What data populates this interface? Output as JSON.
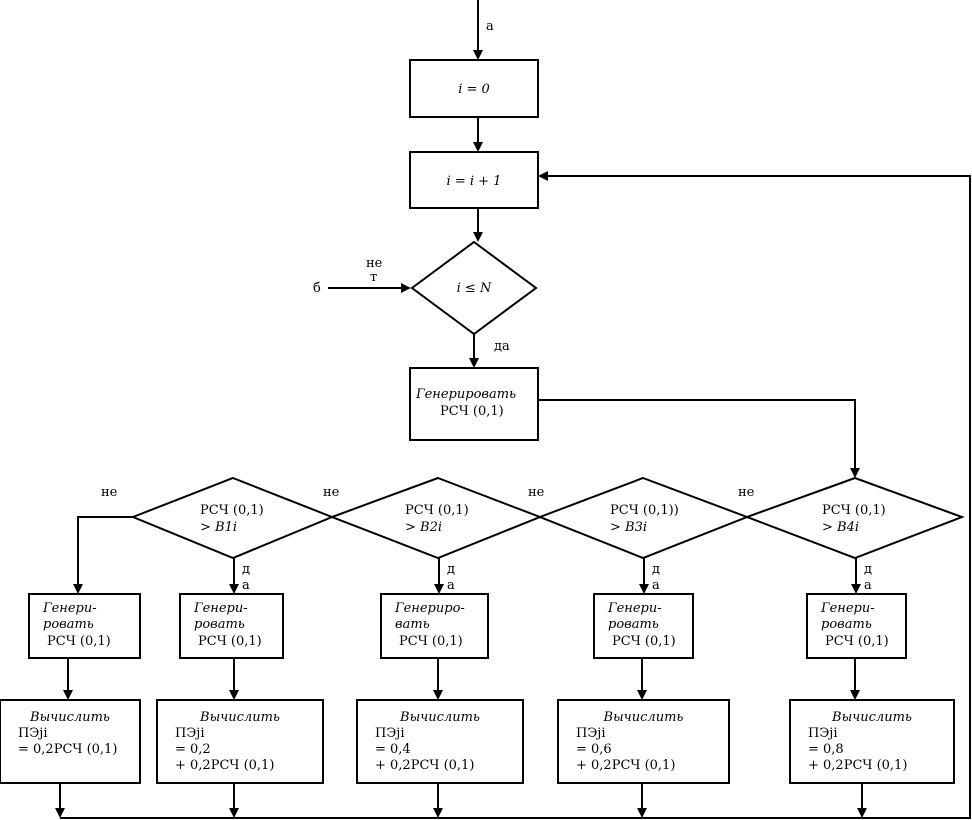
{
  "entry_label": "а",
  "init_box": "i = 0",
  "increment_box": "i = i + 1",
  "loop_condition": "i ≤ N",
  "loop_entry_label": "б",
  "loop_no_label": [
    "не",
    "т"
  ],
  "loop_yes_label": "да",
  "generate_main": [
    "Генерировать",
    "РСЧ (0,1)"
  ],
  "branches": [
    {
      "cond": [
        "РСЧ (0,1)",
        "> B1i"
      ],
      "no": "не",
      "yes": [
        "д",
        "а"
      ],
      "gen": [
        "Генери-",
        "ровать",
        "РСЧ (0,1)"
      ],
      "calc": [
        "Вычислить",
        "ПЭji",
        "= 0,2РСЧ (0,1)"
      ]
    },
    {
      "cond": [
        "РСЧ (0,1)",
        "> B2i"
      ],
      "no": "не",
      "yes": [
        "д",
        "а"
      ],
      "gen": [
        "Генериро-",
        "вать",
        "РСЧ (0,1)"
      ],
      "calc": [
        "Вычислить",
        "ПЭji",
        "= 0,2",
        "+ 0,2РСЧ (0,1)"
      ]
    },
    {
      "cond": [
        "РСЧ (0,1))",
        "> B3i"
      ],
      "no": "не",
      "yes": [
        "д",
        "а"
      ],
      "gen": [
        "Генери-",
        "ровать",
        "РСЧ (0,1)"
      ],
      "calc": [
        "Вычислить",
        "ПЭji",
        "= 0,4",
        "+ 0,2РСЧ (0,1)"
      ]
    },
    {
      "cond": [
        "РСЧ (0,1)",
        "> B4i"
      ],
      "no": "не",
      "yes": [
        "д",
        "а"
      ],
      "gen": [
        "Генери-",
        "ровать",
        "РСЧ (0,1)"
      ],
      "calc": [
        "Вычислить",
        "ПЭji",
        "= 0,6",
        "+ 0,2РСЧ (0,1)"
      ]
    }
  ],
  "last_calc": [
    "Вычислить",
    "ПЭji",
    "= 0,8",
    "+ 0,2РСЧ (0,1)"
  ]
}
